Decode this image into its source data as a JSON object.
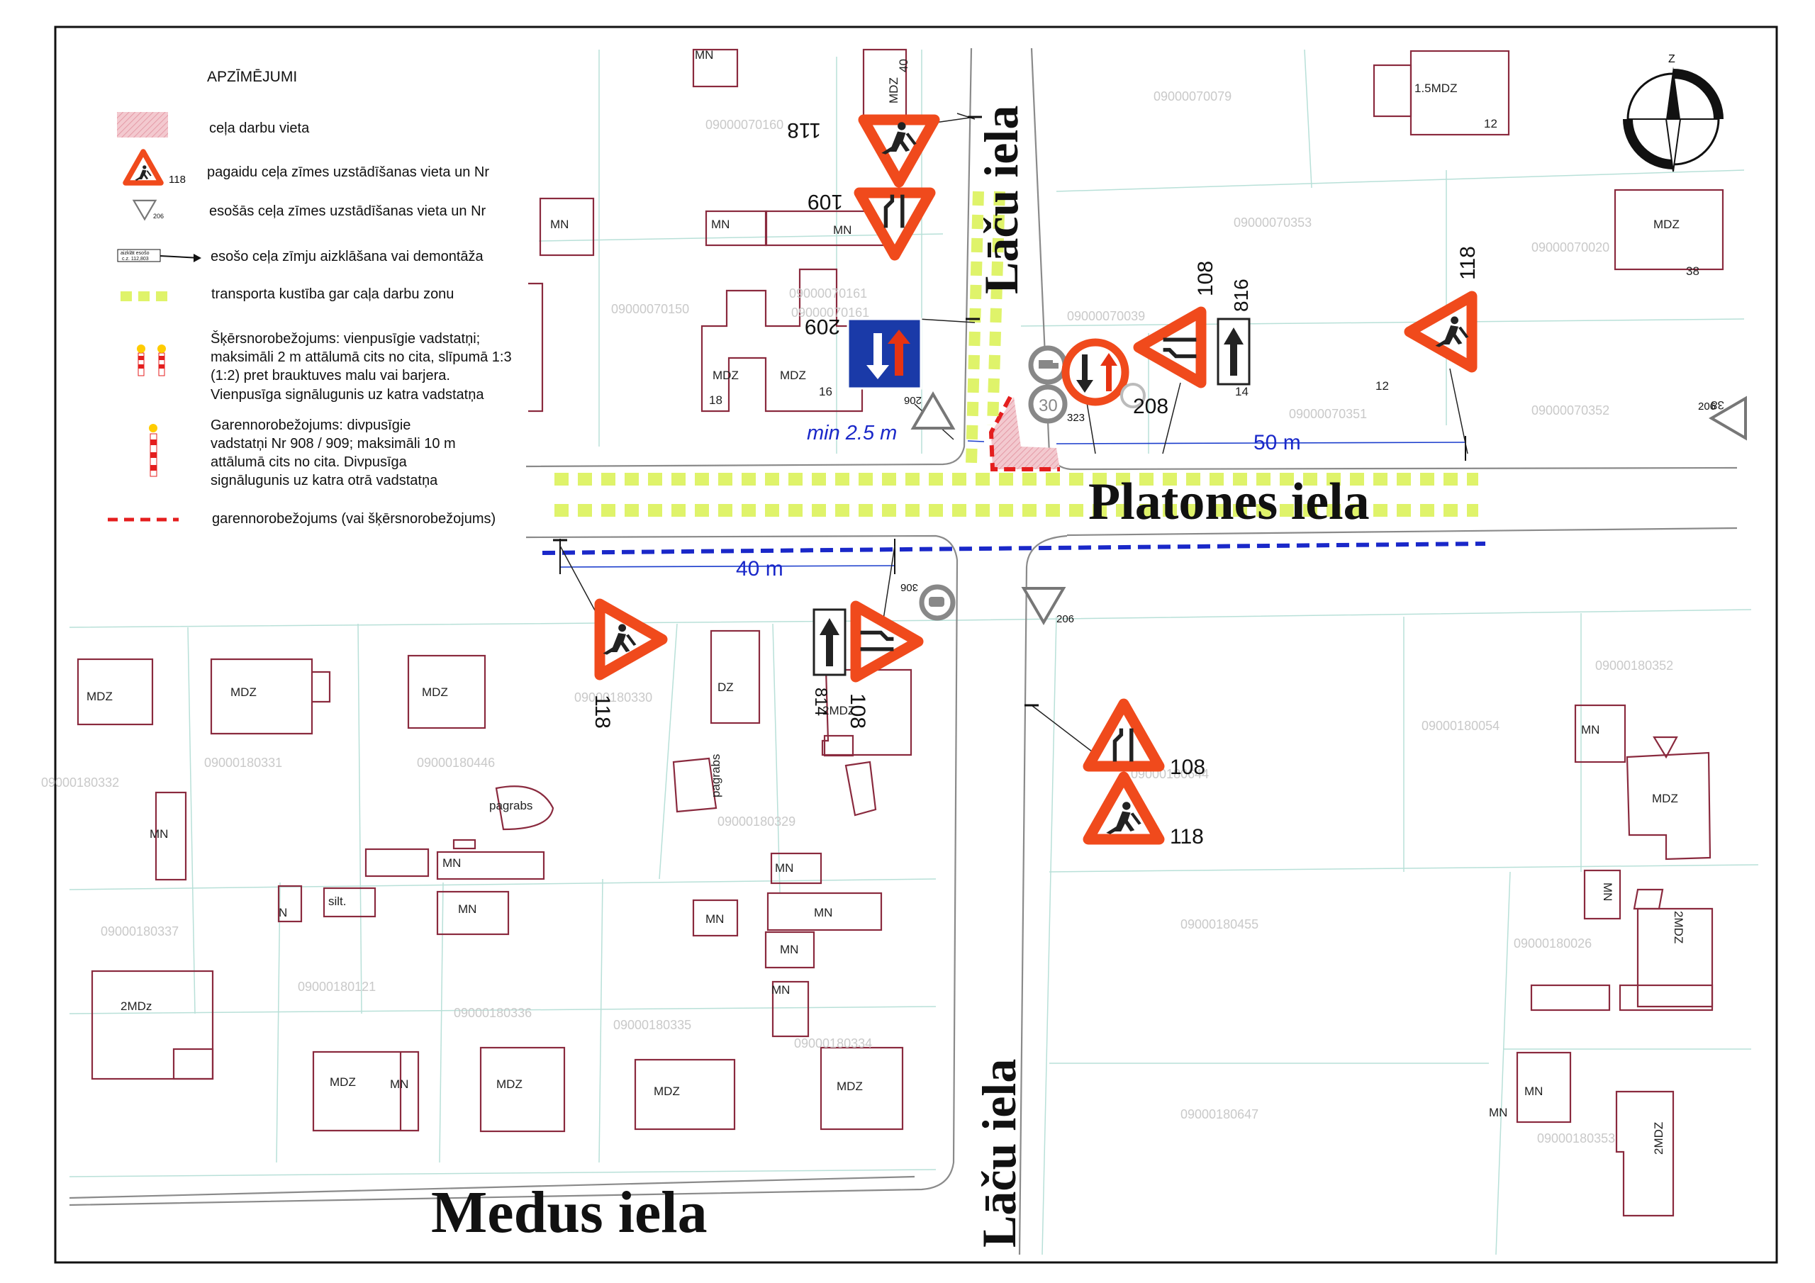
{
  "legend": {
    "title": "APZĪMĒJUMI",
    "items": [
      {
        "label": "ceļa darbu vieta"
      },
      {
        "label": "pagaidu ceļa zīmes uzstādīšanas vieta un Nr",
        "sample_nr": "118"
      },
      {
        "label": "esošās ceļa zīmes uzstādīšanas vieta un Nr",
        "sample_nr": "206"
      },
      {
        "label": "esošo ceļa zīmju aizklāšana vai demontāža",
        "sample_lines": [
          "aizklāt esošo",
          "c.z. 112,803"
        ]
      },
      {
        "label": "transporta kustība gar caļa darbu zonu"
      },
      {
        "label_lines": [
          "Šķērsnorobežojums: vienpusīgie vadstatņi;",
          "maksimāli 2 m attālumā cits no cita, slīpumā 1:3",
          "(1:2) pret brauktuves malu vai barjera.",
          "Vienpusīga signālugunis uz katra vadstatņa"
        ]
      },
      {
        "label_lines": [
          "Garennorobežojums: divpusīgie",
          "vadstatņi Nr 908 / 909; maksimāli 10 m",
          "attālumā cits no cita. Divpusīga",
          "signālugunis uz katra otrā vadstatņa"
        ]
      },
      {
        "label": "garennorobežojums (vai šķērsnorobežojums)"
      }
    ]
  },
  "streets": {
    "lacu_north": "Lāču iela",
    "lacu_south": "Lāču iela",
    "platones": "Platones iela",
    "medus": "Medus iela"
  },
  "dimensions": {
    "min": "min 2.5 m",
    "d50": "50 m",
    "d40": "40 m"
  },
  "compass": {
    "north": "Z"
  },
  "signs": {
    "n118_top": "118",
    "n109": "109",
    "n209": "209",
    "n206_a": "206",
    "n108_right": "108",
    "n816": "816",
    "n118_right": "118",
    "n208": "208",
    "n323": "323",
    "speed": "30",
    "n206_right": "206",
    "n118_left": "118",
    "n814": "814",
    "n108_mid": "108",
    "n306": "306",
    "n206_south": "206",
    "n108_se": "108",
    "n118_se": "118"
  },
  "parcels": {
    "p160": "09000070160",
    "p079": "09000070079",
    "p353": "09000070353",
    "p020": "09000070020",
    "p150": "09000070150",
    "p161": "09000070161",
    "p161b": "09000070161",
    "p039": "09000070039",
    "p351": "09000070351",
    "p352": "09000070352",
    "p330": "09000180330",
    "p331": "09000180331",
    "p446": "09000180446",
    "p332": "09000180332",
    "p329": "09000180329",
    "p054": "09000180054",
    "p352s": "09000180352",
    "p644": "09000180644",
    "p337": "09000180337",
    "p121": "09000180121",
    "p336": "09000180336",
    "p335": "09000180335",
    "p334": "09000180334",
    "p455": "09000180455",
    "p026": "09000180026",
    "p647": "09000180647",
    "p353s": "09000180353"
  },
  "buildings": {
    "mn1": "MN",
    "n40": "40",
    "mdz_v": "MDZ",
    "b15": "1.5MDZ",
    "n12a": "12",
    "mn2": "MN",
    "mn3": "MN",
    "mn4": "MN",
    "mdz1": "MDZ",
    "n38": "38",
    "mdz2": "MDZ",
    "mdz3": "MDZ",
    "n18": "18",
    "n16": "16",
    "n14": "14",
    "n12b": "12",
    "n38r": "38",
    "mdz4": "MDZ",
    "mdz5": "MDZ",
    "mdz6": "MDZ",
    "dz": "DZ",
    "mdz2b": "2MDZ",
    "mn5": "MN",
    "pagrabs1": "pagrabs",
    "pagrabs2": "pagrabs",
    "mn6": "MN",
    "mn7": "MN",
    "mdz7": "MDZ",
    "mn8": "MN",
    "n": "N",
    "silt": "silt.",
    "mn9": "MN",
    "mn10": "MN",
    "mn11": "MN",
    "mn12": "MN",
    "mn13": "MN",
    "mn14": "MN",
    "mdz2c": "2MDZ",
    "mdzs1": "2MDz",
    "mdz8": "MDZ",
    "mn15": "MN",
    "mdz9": "MDZ",
    "mdz10": "MDZ",
    "mdz11": "MDZ",
    "mn16": "MN",
    "mn17": "MN",
    "mdz2d": "2MDZ"
  }
}
